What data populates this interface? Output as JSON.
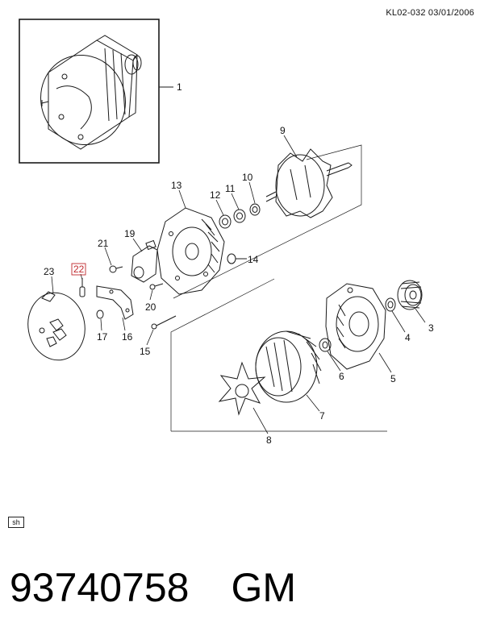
{
  "header": {
    "code": "KL02-032  03/01/2006"
  },
  "callouts": [
    {
      "id": "1",
      "label": "1",
      "highlight": false
    },
    {
      "id": "3",
      "label": "3",
      "highlight": false
    },
    {
      "id": "4",
      "label": "4",
      "highlight": false
    },
    {
      "id": "5",
      "label": "5",
      "highlight": false
    },
    {
      "id": "6",
      "label": "6",
      "highlight": false
    },
    {
      "id": "7",
      "label": "7",
      "highlight": false
    },
    {
      "id": "8",
      "label": "8",
      "highlight": false
    },
    {
      "id": "9",
      "label": "9",
      "highlight": false
    },
    {
      "id": "10",
      "label": "10",
      "highlight": false
    },
    {
      "id": "11",
      "label": "11",
      "highlight": false
    },
    {
      "id": "12",
      "label": "12",
      "highlight": false
    },
    {
      "id": "13",
      "label": "13",
      "highlight": false
    },
    {
      "id": "14",
      "label": "14",
      "highlight": false
    },
    {
      "id": "15",
      "label": "15",
      "highlight": false
    },
    {
      "id": "16",
      "label": "16",
      "highlight": false
    },
    {
      "id": "17",
      "label": "17",
      "highlight": false
    },
    {
      "id": "19",
      "label": "19",
      "highlight": false
    },
    {
      "id": "20",
      "label": "20",
      "highlight": false
    },
    {
      "id": "21",
      "label": "21",
      "highlight": false
    },
    {
      "id": "22",
      "label": "22",
      "highlight": true
    },
    {
      "id": "23",
      "label": "23",
      "highlight": false
    }
  ],
  "badge": {
    "text": "sh"
  },
  "footer": {
    "part_number": "93740758",
    "brand": "GM"
  },
  "colors": {
    "line": "#1a1a1a",
    "highlight": "#c0282d",
    "background": "#ffffff"
  }
}
